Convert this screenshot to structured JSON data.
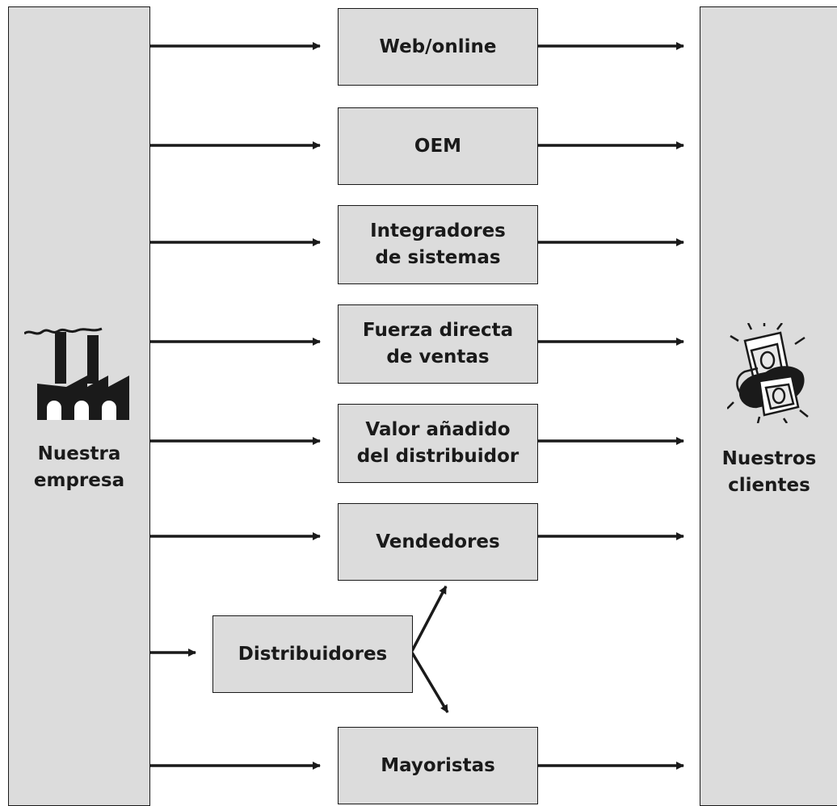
{
  "left_panel": {
    "label": "Nuestra\nempresa",
    "icon": "factory-icon"
  },
  "right_panel": {
    "label": "Nuestros\nclientes",
    "icon": "money-hand-icon"
  },
  "channels": [
    {
      "id": "web-online",
      "label": "Web/online"
    },
    {
      "id": "oem",
      "label": "OEM"
    },
    {
      "id": "integradores",
      "label": "Integradores\nde sistemas"
    },
    {
      "id": "fuerza-ventas",
      "label": "Fuerza directa\nde ventas"
    },
    {
      "id": "valor-anadido",
      "label": "Valor añadido\ndel distribuidor"
    },
    {
      "id": "vendedores",
      "label": "Vendedores"
    },
    {
      "id": "distribuidores",
      "label": "Distribuidores"
    },
    {
      "id": "mayoristas",
      "label": "Mayoristas"
    }
  ],
  "colors": {
    "fill": "#dcdcdc",
    "stroke": "#1a1a1a"
  }
}
